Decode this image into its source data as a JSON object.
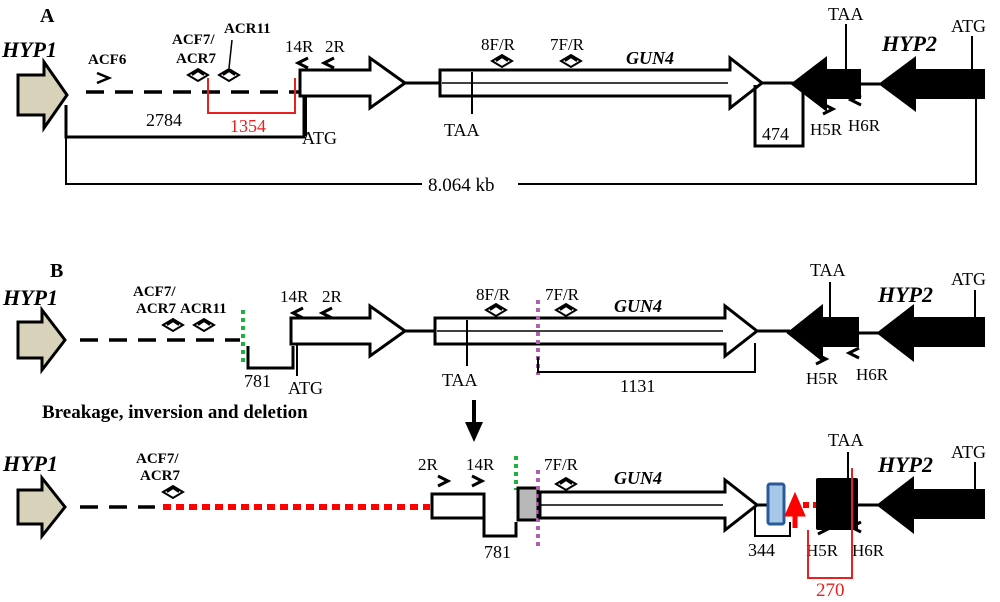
{
  "panel_a": {
    "label": "A",
    "hyp1": "HYP1",
    "hyp2": "HYP2",
    "gun4": "GUN4",
    "acf6": "ACF6",
    "acf7": "ACF7/",
    "acr7": "ACR7",
    "acr11": "ACR11",
    "p14r": "14R",
    "p2r": "2R",
    "p8fr": "8F/R",
    "p7fr": "7F/R",
    "taa_left": "TAA",
    "atg_left": "ATG",
    "taa_right": "TAA",
    "atg_right": "ATG",
    "h5r": "H5R",
    "h6r": "H6R",
    "len_2784": "2784",
    "len_1354": "1354",
    "len_474": "474",
    "len_total": "8.064 kb"
  },
  "panel_b": {
    "label": "B",
    "hyp1": "HYP1",
    "hyp2": "HYP2",
    "gun4": "GUN4",
    "acf7": "ACF7/",
    "acr7": "ACR7",
    "acr11": "ACR11",
    "p14r": "14R",
    "p2r": "2R",
    "p8fr": "8F/R",
    "p7fr": "7F/R",
    "taa_left": "TAA",
    "atg_left": "ATG",
    "taa_right": "TAA",
    "atg_right": "ATG",
    "h5r": "H5R",
    "h6r": "H6R",
    "len_781": "781",
    "len_1131": "1131"
  },
  "caption": "Breakage, inversion and deletion",
  "panel_c": {
    "hyp1": "HYP1",
    "hyp2": "HYP2",
    "gun4": "GUN4",
    "acf7": "ACF7/",
    "acr7": "ACR7",
    "p2r": "2R",
    "p14r": "14R",
    "p7fr": "7F/R",
    "taa": "TAA",
    "atg": "ATG",
    "h5r": "H5R",
    "h6r": "H6R",
    "len_781": "781",
    "len_344": "344",
    "len_270": "270"
  },
  "colors": {
    "black": "#000000",
    "red": "#ff0000",
    "dark_red": "#e8201e",
    "green": "#20b040",
    "magenta": "#b060b0",
    "beige": "#d8d2ba",
    "gray_box": "#b8b8b8",
    "blue_box": "#2a5a9a",
    "light_blue": "#a8c8e8"
  }
}
